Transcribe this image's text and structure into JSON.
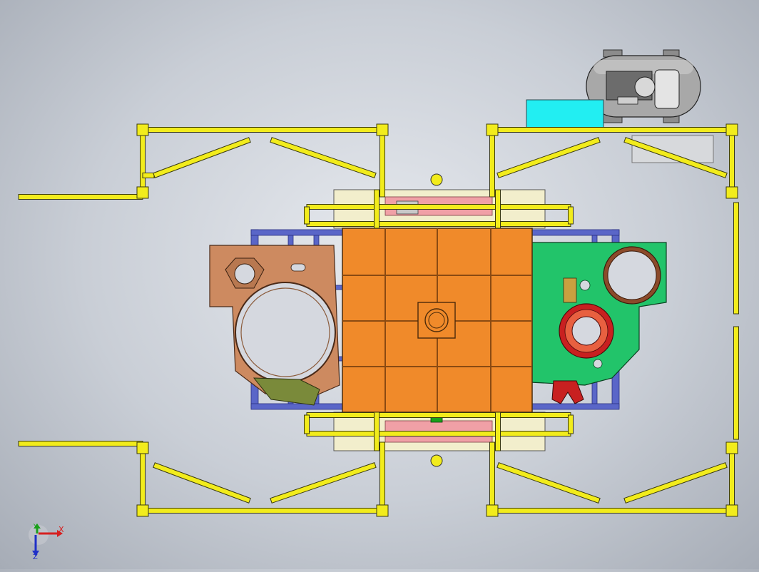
{
  "viewport": {
    "triad": {
      "x_label": "X",
      "y_label": "Y",
      "z_label": "Z",
      "colors": {
        "x": "#d62020",
        "y": "#1aa01a",
        "z": "#2030c8"
      }
    }
  },
  "colors": {
    "frame_yellow": "#f2ec1c",
    "frame_outline": "#3a3a10",
    "orange_platform": "#f08a2a",
    "copper_plate": "#cd8a60",
    "green_plate": "#22c46a",
    "blue_tubes": "#5a66c8",
    "cyan_box": "#22eef2",
    "tank_gray": "#a4a4a4",
    "pink_parts": "#f0a0a6",
    "red_ring": "#c82020",
    "cream_parts": "#f2eecc"
  }
}
